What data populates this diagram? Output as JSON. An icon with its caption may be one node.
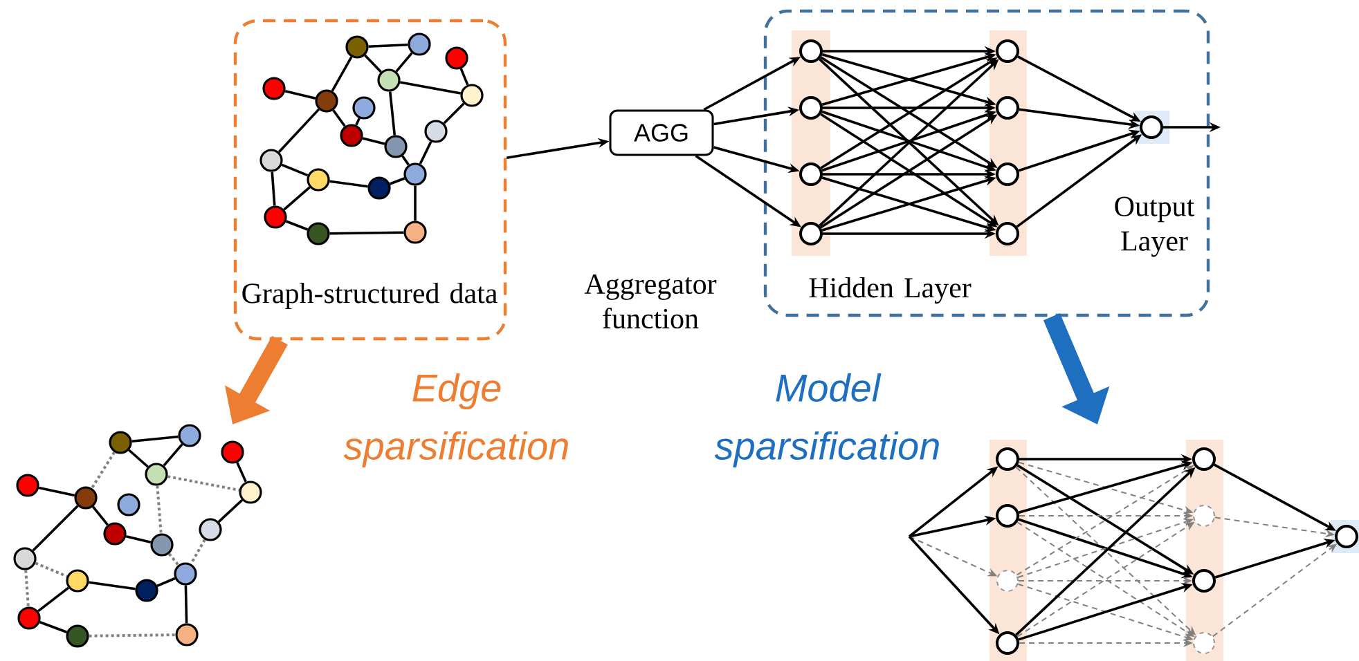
{
  "diagram": {
    "nodes": [
      {
        "text": [
          "Graph-structured data"
        ]
      },
      {
        "text": [],
        "shape": "circle",
        "in": 0
      },
      {
        "text": [],
        "shape": "circle",
        "in": 0
      },
      {
        "text": [],
        "shape": "circle",
        "in": 0
      },
      {
        "text": [],
        "shape": "circle",
        "in": 0
      },
      {
        "text": [],
        "shape": "circle",
        "in": 0
      },
      {
        "text": [],
        "shape": "circle",
        "in": 0
      },
      {
        "text": [],
        "shape": "circle",
        "in": 0
      },
      {
        "text": [],
        "shape": "circle",
        "in": 0
      },
      {
        "text": [],
        "shape": "circle",
        "in": 0
      },
      {
        "text": [],
        "shape": "circle",
        "in": 0
      },
      {
        "text": [],
        "shape": "circle",
        "in": 0
      },
      {
        "text": [],
        "shape": "circle",
        "in": 0
      },
      {
        "text": [],
        "shape": "circle",
        "in": 0
      },
      {
        "text": [],
        "shape": "circle",
        "in": 0
      },
      {
        "text": [],
        "shape": "circle",
        "in": 0
      },
      {
        "text": [],
        "shape": "circle",
        "in": 0
      },
      {
        "text": [],
        "shape": "circle",
        "in": 0
      },
      {
        "text": [],
        "shape": "circle",
        "in": 0
      },
      {
        "text": [
          "AGG"
        ]
      },
      {
        "text": [
          "Hidden Layer"
        ]
      },
      {
        "text": [],
        "shape": "circle",
        "in": 20
      },
      {
        "text": [],
        "shape": "circle",
        "in": 20
      },
      {
        "text": [],
        "shape": "circle",
        "in": 20
      },
      {
        "text": [],
        "shape": "circle",
        "in": 20
      },
      {
        "text": [],
        "shape": "circle",
        "in": 20
      },
      {
        "text": [],
        "shape": "circle",
        "in": 20
      },
      {
        "text": [],
        "shape": "circle",
        "in": 20
      },
      {
        "text": [],
        "shape": "circle",
        "in": 20
      },
      {
        "text": [],
        "shape": "circle",
        "in": 20,
        "beside": [
          "Output Layer"
        ]
      },
      {
        "text": [],
        "shape": "circle"
      },
      {
        "text": [],
        "shape": "circle"
      },
      {
        "text": [],
        "shape": "circle"
      },
      {
        "text": [],
        "shape": "circle"
      },
      {
        "text": [],
        "shape": "circle"
      },
      {
        "text": [],
        "shape": "circle"
      },
      {
        "text": [],
        "shape": "circle"
      },
      {
        "text": [],
        "shape": "circle"
      },
      {
        "text": [],
        "shape": "circle"
      },
      {
        "text": [],
        "shape": "circle"
      },
      {
        "text": [],
        "shape": "circle"
      },
      {
        "text": [],
        "shape": "circle"
      },
      {
        "text": [],
        "shape": "circle"
      },
      {
        "text": [],
        "shape": "circle"
      },
      {
        "text": [],
        "shape": "circle"
      },
      {
        "text": [],
        "shape": "circle"
      },
      {
        "text": [],
        "shape": "circle"
      },
      {
        "text": [],
        "shape": "circle"
      },
      {
        "text": [],
        "shape": "circle"
      },
      {
        "text": [],
        "shape": "circle"
      },
      {
        "text": [],
        "shape": "circle"
      },
      {
        "text": [],
        "shape": "circle"
      },
      {
        "text": [],
        "shape": "circle"
      },
      {
        "text": [],
        "shape": "circle"
      },
      {
        "text": [],
        "shape": "circle"
      },
      {
        "text": [],
        "shape": "circle"
      },
      {
        "text": [],
        "shape": "circle"
      }
    ],
    "edges": [
      {
        "from": 0,
        "to": 19,
        "arrow": "to"
      },
      {
        "from": 19,
        "to": 21,
        "arrow": "to"
      },
      {
        "from": 19,
        "to": 22,
        "arrow": "to"
      },
      {
        "from": 19,
        "to": 23,
        "arrow": "to"
      },
      {
        "from": 19,
        "to": 24,
        "arrow": "to"
      },
      {
        "from": 21,
        "to": 25,
        "arrow": "to"
      },
      {
        "from": 21,
        "to": 26,
        "arrow": "to"
      },
      {
        "from": 21,
        "to": 27,
        "arrow": "to"
      },
      {
        "from": 21,
        "to": 28,
        "arrow": "to"
      },
      {
        "from": 22,
        "to": 25,
        "arrow": "to"
      },
      {
        "from": 22,
        "to": 26,
        "arrow": "to"
      },
      {
        "from": 22,
        "to": 27,
        "arrow": "to"
      },
      {
        "from": 22,
        "to": 28,
        "arrow": "to"
      },
      {
        "from": 23,
        "to": 25,
        "arrow": "to"
      },
      {
        "from": 23,
        "to": 26,
        "arrow": "to"
      },
      {
        "from": 23,
        "to": 27,
        "arrow": "to"
      },
      {
        "from": 23,
        "to": 28,
        "arrow": "to"
      },
      {
        "from": 24,
        "to": 25,
        "arrow": "to"
      },
      {
        "from": 24,
        "to": 26,
        "arrow": "to"
      },
      {
        "from": 24,
        "to": 27,
        "arrow": "to"
      },
      {
        "from": 24,
        "to": 28,
        "arrow": "to"
      },
      {
        "from": 25,
        "to": 29,
        "arrow": "to"
      },
      {
        "from": 26,
        "to": 29,
        "arrow": "to"
      },
      {
        "from": 27,
        "to": 29,
        "arrow": "to"
      },
      {
        "from": 28,
        "to": 29,
        "arrow": "to"
      },
      {
        "from": 29,
        "to": null,
        "arrow": "to"
      },
      {
        "from": 1,
        "to": 2,
        "arrow": "none"
      },
      {
        "from": 1,
        "to": 4,
        "arrow": "none"
      },
      {
        "from": 2,
        "to": 4,
        "arrow": "none"
      },
      {
        "from": 1,
        "to": 6,
        "arrow": "none"
      },
      {
        "from": 5,
        "to": 6,
        "arrow": "none"
      },
      {
        "from": 6,
        "to": 9,
        "arrow": "none"
      },
      {
        "from": 7,
        "to": 9,
        "arrow": "none"
      },
      {
        "from": 9,
        "to": 11,
        "arrow": "none"
      },
      {
        "from": 4,
        "to": 11,
        "arrow": "none"
      },
      {
        "from": 4,
        "to": 8,
        "arrow": "none"
      },
      {
        "from": 3,
        "to": 8,
        "arrow": "none"
      },
      {
        "from": 8,
        "to": 10,
        "arrow": "none"
      },
      {
        "from": 10,
        "to": 13,
        "arrow": "none"
      },
      {
        "from": 11,
        "to": 13,
        "arrow": "none"
      },
      {
        "from": 6,
        "to": 12,
        "arrow": "none"
      },
      {
        "from": 12,
        "to": 14,
        "arrow": "none"
      },
      {
        "from": 12,
        "to": 16,
        "arrow": "none"
      },
      {
        "from": 14,
        "to": 15,
        "arrow": "none"
      },
      {
        "from": 15,
        "to": 13,
        "arrow": "none"
      },
      {
        "from": 14,
        "to": 16,
        "arrow": "none"
      },
      {
        "from": 16,
        "to": 17,
        "arrow": "none"
      },
      {
        "from": 17,
        "to": 18,
        "arrow": "none"
      },
      {
        "from": 13,
        "to": 18,
        "arrow": "none"
      },
      {
        "from": 30,
        "to": 31,
        "arrow": "none"
      },
      {
        "from": 30,
        "to": 33,
        "arrow": "none"
      },
      {
        "from": 31,
        "to": 33,
        "arrow": "none"
      },
      {
        "from": 34,
        "to": 35,
        "arrow": "none"
      },
      {
        "from": 35,
        "to": 38,
        "arrow": "none"
      },
      {
        "from": 38,
        "to": 40,
        "arrow": "none"
      },
      {
        "from": 32,
        "to": 37,
        "arrow": "none"
      },
      {
        "from": 37,
        "to": 39,
        "arrow": "none"
      },
      {
        "from": 35,
        "to": 41,
        "arrow": "none"
      },
      {
        "from": 43,
        "to": 44,
        "arrow": "none"
      },
      {
        "from": 44,
        "to": 42,
        "arrow": "none"
      },
      {
        "from": 42,
        "to": 47,
        "arrow": "none"
      },
      {
        "from": 43,
        "to": 45,
        "arrow": "none"
      },
      {
        "from": 45,
        "to": 46,
        "arrow": "none"
      },
      {
        "from": 30,
        "to": 35,
        "arrow": "none",
        "style": "dashed",
        "color": "#808080"
      },
      {
        "from": 33,
        "to": 37,
        "arrow": "none",
        "style": "dashed",
        "color": "#808080"
      },
      {
        "from": 33,
        "to": 40,
        "arrow": "none",
        "style": "dashed",
        "color": "#808080"
      },
      {
        "from": 39,
        "to": 42,
        "arrow": "none",
        "style": "dashed",
        "color": "#808080"
      },
      {
        "from": 40,
        "to": 42,
        "arrow": "none",
        "style": "dashed",
        "color": "#808080"
      },
      {
        "from": 41,
        "to": 43,
        "arrow": "none",
        "style": "dashed",
        "color": "#808080"
      },
      {
        "from": 41,
        "to": 45,
        "arrow": "none",
        "style": "dashed",
        "color": "#808080"
      },
      {
        "from": 46,
        "to": 47,
        "arrow": "none",
        "style": "dashed",
        "color": "#808080"
      },
      {
        "from": null,
        "to": 48,
        "arrow": "to"
      },
      {
        "from": null,
        "to": 49,
        "arrow": "to"
      },
      {
        "from": null,
        "to": 50,
        "arrow": "to",
        "style": "dashed",
        "color": "#808080"
      },
      {
        "from": null,
        "to": 51,
        "arrow": "to"
      },
      {
        "from": 48,
        "to": 52,
        "arrow": "to"
      },
      {
        "from": 48,
        "to": 53,
        "arrow": "to",
        "style": "dashed",
        "color": "#808080"
      },
      {
        "from": 48,
        "to": 54,
        "arrow": "to"
      },
      {
        "from": 48,
        "to": 55,
        "arrow": "to",
        "style": "dashed",
        "color": "#808080"
      },
      {
        "from": 49,
        "to": 52,
        "arrow": "to"
      },
      {
        "from": 49,
        "to": 53,
        "arrow": "to",
        "style": "dashed",
        "color": "#808080"
      },
      {
        "from": 49,
        "to": 54,
        "arrow": "to"
      },
      {
        "from": 49,
        "to": 55,
        "arrow": "to",
        "style": "dashed",
        "color": "#808080"
      },
      {
        "from": 50,
        "to": 52,
        "arrow": "to",
        "style": "dashed",
        "color": "#808080"
      },
      {
        "from": 50,
        "to": 53,
        "arrow": "to",
        "style": "dashed",
        "color": "#808080"
      },
      {
        "from": 50,
        "to": 54,
        "arrow": "to",
        "style": "dashed",
        "color": "#808080"
      },
      {
        "from": 50,
        "to": 55,
        "arrow": "to",
        "style": "dashed",
        "color": "#808080"
      },
      {
        "from": 51,
        "to": 52,
        "arrow": "to"
      },
      {
        "from": 51,
        "to": 53,
        "arrow": "to",
        "style": "dashed",
        "color": "#808080"
      },
      {
        "from": 51,
        "to": 54,
        "arrow": "to"
      },
      {
        "from": 51,
        "to": 55,
        "arrow": "to",
        "style": "dashed",
        "color": "#808080"
      },
      {
        "from": 52,
        "to": 56,
        "arrow": "to"
      },
      {
        "from": 53,
        "to": 56,
        "arrow": "to",
        "style": "dashed",
        "color": "#808080"
      },
      {
        "from": 54,
        "to": 56,
        "arrow": "to"
      },
      {
        "from": 55,
        "to": 56,
        "arrow": "to",
        "style": "dashed",
        "color": "#808080"
      },
      {
        "from": 0,
        "to": null,
        "arrow": "to",
        "style": "thick",
        "color": "#ed7d31"
      },
      {
        "from": 20,
        "to": null,
        "arrow": "to",
        "style": "thick",
        "color": "#1f6fc0"
      }
    ],
    "labels": [
      "Aggregator function",
      "Edge sparsification",
      "Model sparsification"
    ]
  }
}
